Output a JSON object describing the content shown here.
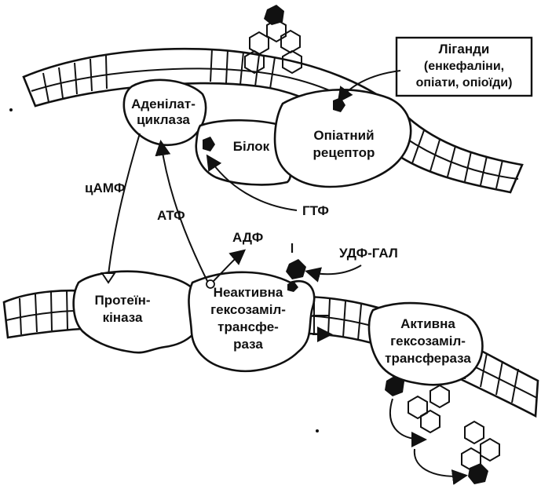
{
  "labels": {
    "ligands_line1": "Ліганди",
    "ligands_line2": "(енкефаліни,",
    "ligands_line3": "опіати, опіоїди)",
    "adenylate_line1": "Аденілат-",
    "adenylate_line2": "циклаза",
    "protein": "Білок",
    "opiate_line1": "Опіатний",
    "opiate_line2": "рецептор",
    "camp": "цАМФ",
    "atp": "АТФ",
    "gtp": "ГТФ",
    "adp": "АДФ",
    "udp_gal": "УДФ-ГАЛ",
    "pk_line1": "Протеїн-",
    "pk_line2": "кіназа",
    "inactive_line1": "Неактивна",
    "inactive_line2": "гексозаміл-",
    "inactive_line3": "трансфе-",
    "inactive_line4": "раза",
    "active_line1": "Активна",
    "active_line2": "гексозаміл-",
    "active_line3": "трансфераза"
  },
  "colors": {
    "ink": "#111111",
    "background": "#ffffff"
  }
}
